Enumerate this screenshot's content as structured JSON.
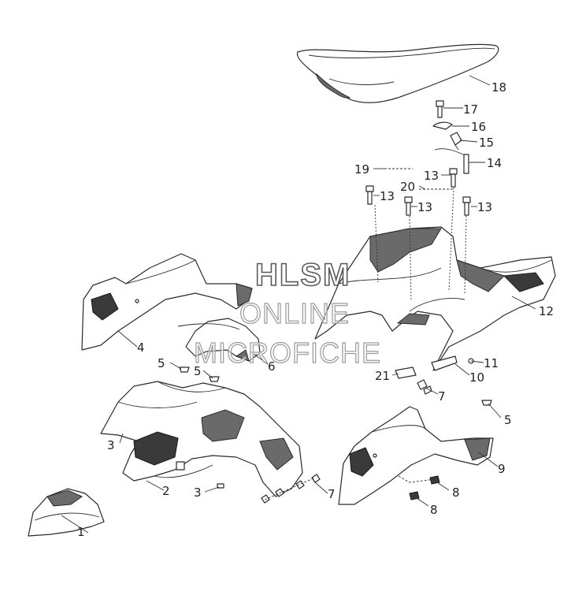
{
  "watermark": {
    "line1": "HLSM",
    "line2": "ONLINE",
    "line3": "MICROFICHE"
  },
  "callouts": {
    "c1": "1",
    "c2": "2",
    "c3a": "3",
    "c3b": "3",
    "c4": "4",
    "c5a": "5",
    "c5b": "5",
    "c5c": "5",
    "c6": "6",
    "c7a": "7",
    "c7b": "7",
    "c8a": "8",
    "c8b": "8",
    "c9": "9",
    "c10": "10",
    "c11": "11",
    "c12": "12",
    "c13a": "13",
    "c13b": "13",
    "c13c": "13",
    "c13d": "13",
    "c14": "14",
    "c15": "15",
    "c16": "16",
    "c17": "17",
    "c18": "18",
    "c19": "19",
    "c20": "20",
    "c21": "21"
  }
}
